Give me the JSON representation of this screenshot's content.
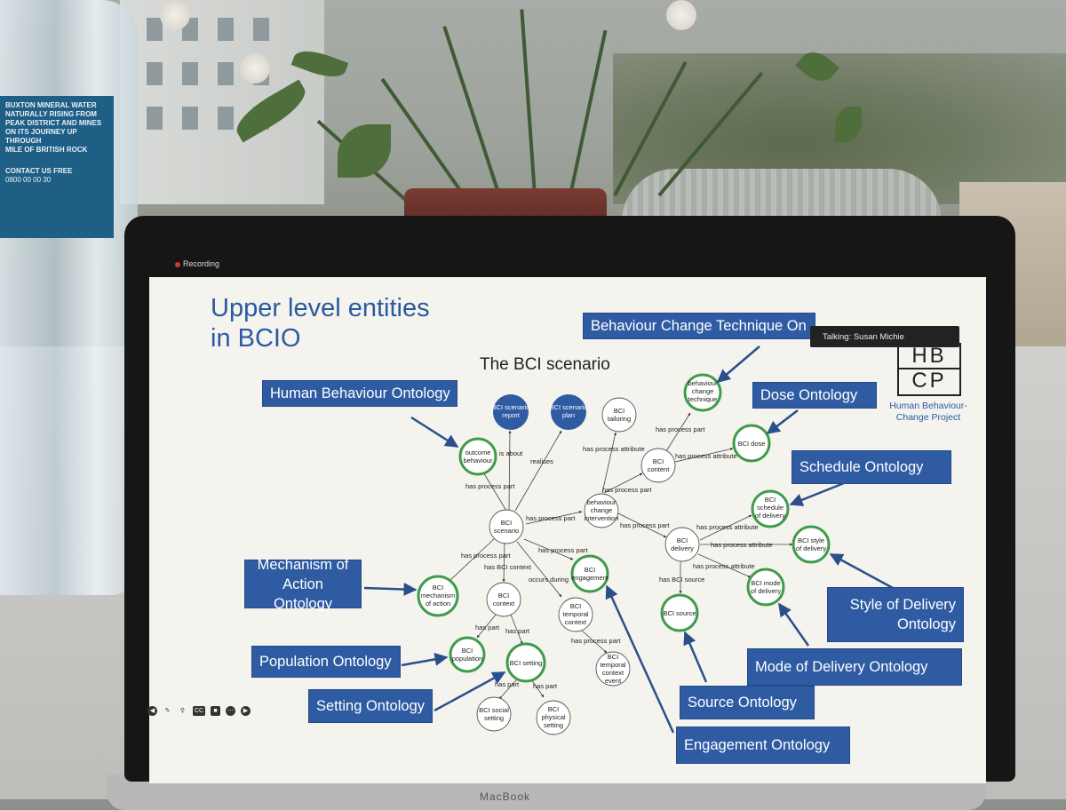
{
  "bottle": {
    "lines": [
      "BUXTON MINERAL WATER",
      "NATURALLY RISING FROM",
      "PEAK DISTRICT AND MINES",
      "ON ITS JOURNEY UP THROUGH",
      "MILE OF BRITISH ROCK"
    ],
    "contact": "CONTACT US FREE",
    "phone": "0800 00 00 30"
  },
  "laptop": {
    "brand": "MacBook"
  },
  "recording": {
    "label": "Recording",
    "color": "#d23a2f"
  },
  "talking": {
    "label": "Talking: Susan Michie"
  },
  "slide": {
    "title_line1": "Upper level entities",
    "title_line2": "in BCIO",
    "subtitle": "The BCI scenario",
    "accent": "#2f5ba3",
    "logo": {
      "line1": "HB",
      "line2": "CP",
      "caption_line1": "Human Behaviour-",
      "caption_line2": "Change Project"
    }
  },
  "ontologies": {
    "bct": "Behaviour Change Technique On",
    "human": "Human Behaviour Ontology",
    "dose": "Dose Ontology",
    "schedule": "Schedule Ontology",
    "moa_line1": "Mechanism of",
    "moa_line2": "Action Ontology",
    "style_line1": "Style of Delivery",
    "style_line2": "Ontology",
    "population": "Population Ontology",
    "mode": "Mode of Delivery Ontology",
    "setting": "Setting Ontology",
    "source": "Source Ontology",
    "engagement": "Engagement Ontology"
  },
  "nodes": {
    "report": [
      "BCI scenario",
      "report"
    ],
    "plan": [
      "BCI scenario",
      "plan"
    ],
    "tailoring": [
      "BCI",
      "tailoring"
    ],
    "technique": [
      "behaviour",
      "change",
      "technique"
    ],
    "outcome": [
      "outcome",
      "behaviour"
    ],
    "content": [
      "BCI",
      "content"
    ],
    "dose": [
      "BCI dose"
    ],
    "intervention": [
      "behaviour",
      "change",
      "intervention"
    ],
    "scenario": [
      "BCI",
      "scenario"
    ],
    "schedule": [
      "BCI",
      "schedule",
      "of delivery"
    ],
    "delivery": [
      "BCI",
      "delivery"
    ],
    "style": [
      "BCI style",
      "of delivery"
    ],
    "engagement": [
      "BCI",
      "engagement"
    ],
    "mechanism": [
      "BCI",
      "mechanism",
      "of action"
    ],
    "context": [
      "BCI",
      "context"
    ],
    "temporal": [
      "BCI",
      "temporal",
      "context"
    ],
    "mode": [
      "BCI mode",
      "of delivery"
    ],
    "source": [
      "BCI source"
    ],
    "population": [
      "BCI",
      "population"
    ],
    "setting": [
      "BCI setting"
    ],
    "event": [
      "BCI",
      "temporal",
      "context",
      "event"
    ],
    "social": [
      "BCI social",
      "setting"
    ],
    "physical": [
      "BCI",
      "physical",
      "setting"
    ]
  },
  "edges": {
    "is_about": "is about",
    "realises": "realises",
    "has_process_part": "has process part",
    "has_process_attribute": "has process attribute",
    "has_bci_context": "has BCI context",
    "occurs_during": "occurs during",
    "has_part": "has part",
    "has_bci_source": "has BCI source"
  },
  "toolbar": [
    "back",
    "pen",
    "search",
    "cc",
    "camera",
    "more",
    "next"
  ]
}
